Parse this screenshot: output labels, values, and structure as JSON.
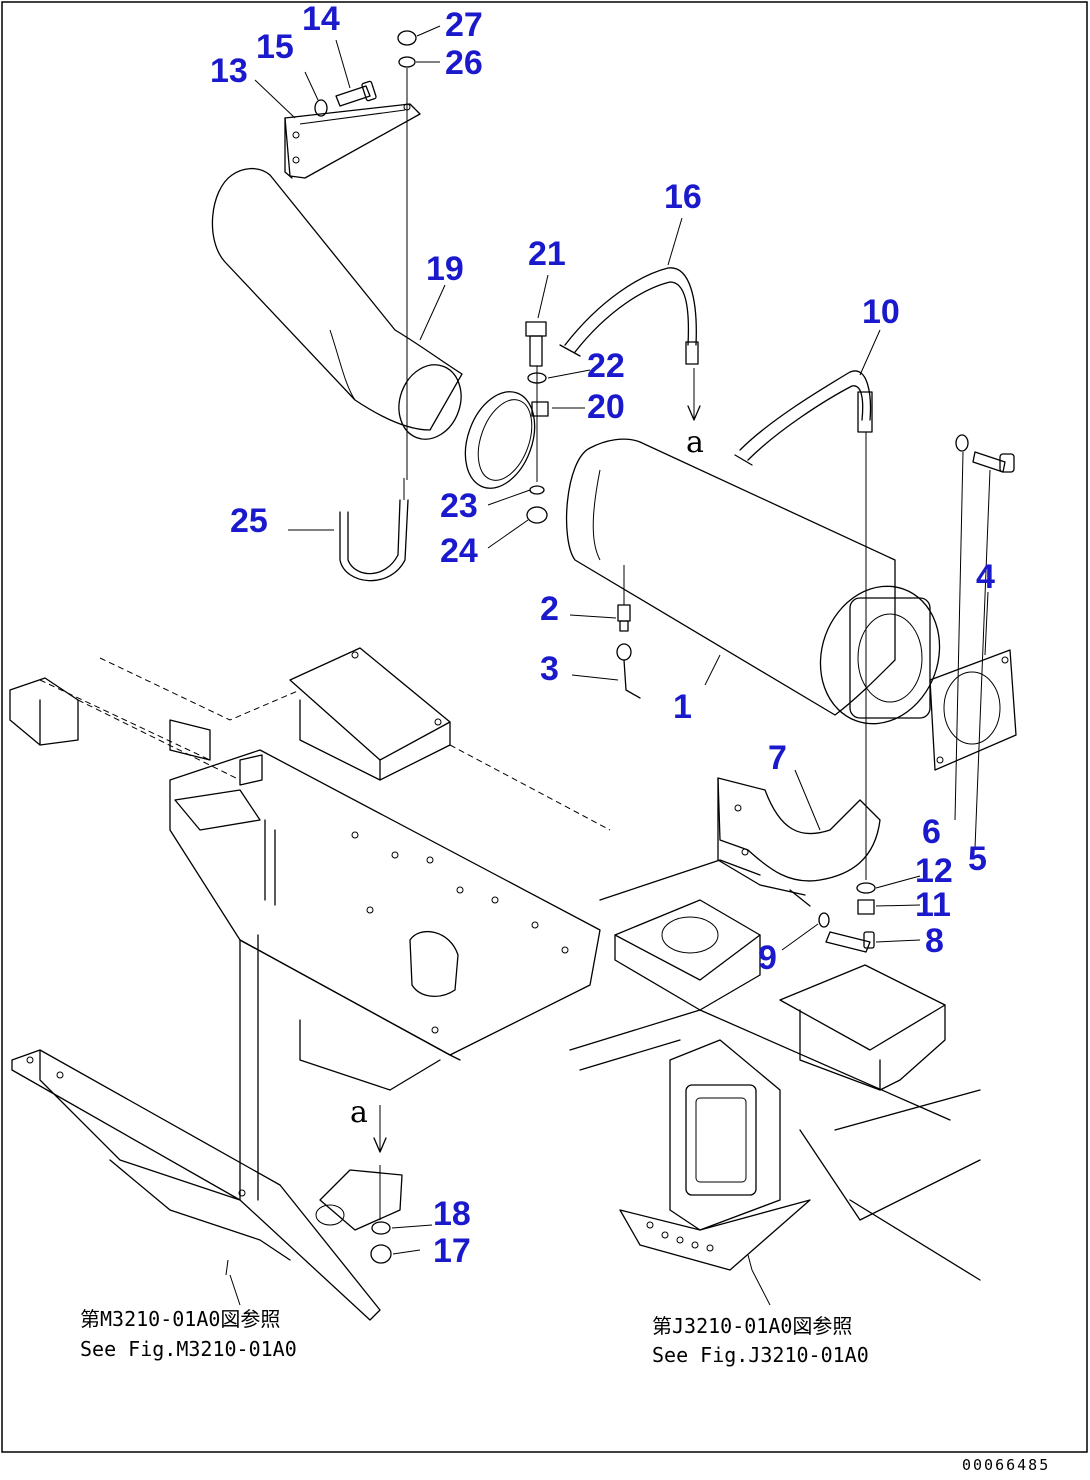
{
  "callouts": {
    "c1": "1",
    "c2": "2",
    "c3": "3",
    "c4": "4",
    "c5": "5",
    "c6": "6",
    "c7": "7",
    "c8": "8",
    "c9": "9",
    "c10": "10",
    "c11": "11",
    "c12": "12",
    "c13": "13",
    "c14": "14",
    "c15": "15",
    "c16": "16",
    "c17": "17",
    "c18": "18",
    "c19": "19",
    "c20": "20",
    "c21": "21",
    "c22": "22",
    "c23": "23",
    "c24": "24",
    "c25": "25",
    "c26": "26",
    "c27": "27"
  },
  "view_marks": {
    "upper": "a",
    "lower": "a"
  },
  "references": {
    "left_jp": "第M3210-01A0図参照",
    "left_en": "See Fig.M3210-01A0",
    "right_jp": "第J3210-01A0図参照",
    "right_en": "See Fig.J3210-01A0"
  },
  "drawing_number": "00066485",
  "colors": {
    "callout": "#1a1acc",
    "line": "#000000"
  }
}
